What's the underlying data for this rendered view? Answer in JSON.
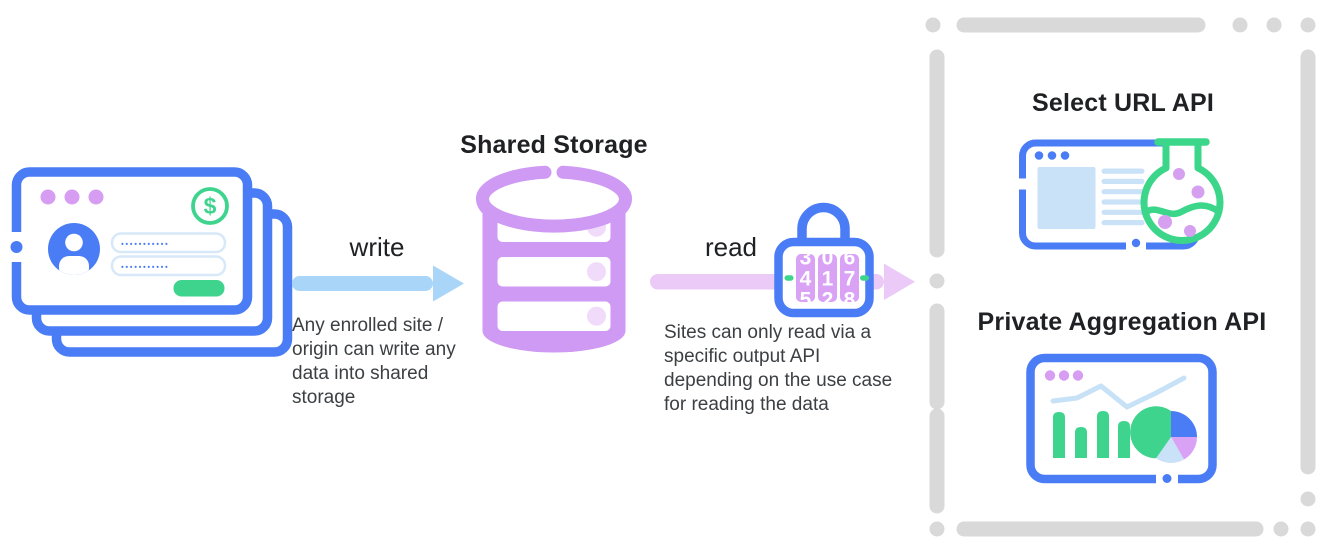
{
  "storage": {
    "title": "Shared Storage"
  },
  "flows": {
    "write": {
      "label": "write",
      "caption": "Any enrolled site /\norigin can write any\ndata into shared\nstorage"
    },
    "read": {
      "label": "read",
      "caption": "Sites can only read via a\nspecific output API\ndepending on the use case\nfor reading the data"
    }
  },
  "outputs": {
    "select_url": {
      "title": "Select URL API"
    },
    "private_aggregation": {
      "title": "Private Aggregation API"
    }
  },
  "site_window": {
    "currency_symbol": "$",
    "password_fields": [
      {
        "masked_value": "•••••••••••"
      },
      {
        "masked_value": "•••••••••••"
      }
    ]
  },
  "lock": {
    "dials": [
      {
        "above": "3",
        "value": "4",
        "below": "5"
      },
      {
        "above": "0",
        "value": "1",
        "below": "2"
      },
      {
        "above": "6",
        "value": "7",
        "below": "8"
      }
    ]
  },
  "colors": {
    "blue": "#4a7df5",
    "purple": "#cf9af3",
    "light_purple_fill": "#f1dbfb",
    "purple_dot": "#d79df2",
    "write_arrow_blue": "#a8d5f8",
    "read_arrow_pink": "#eccaf8",
    "green": "#3ed48e",
    "light_blue_fill": "#c9e2f7",
    "dash_gray": "#d9d9d9",
    "title_text": "#202124",
    "caption_text": "#3c4043"
  }
}
